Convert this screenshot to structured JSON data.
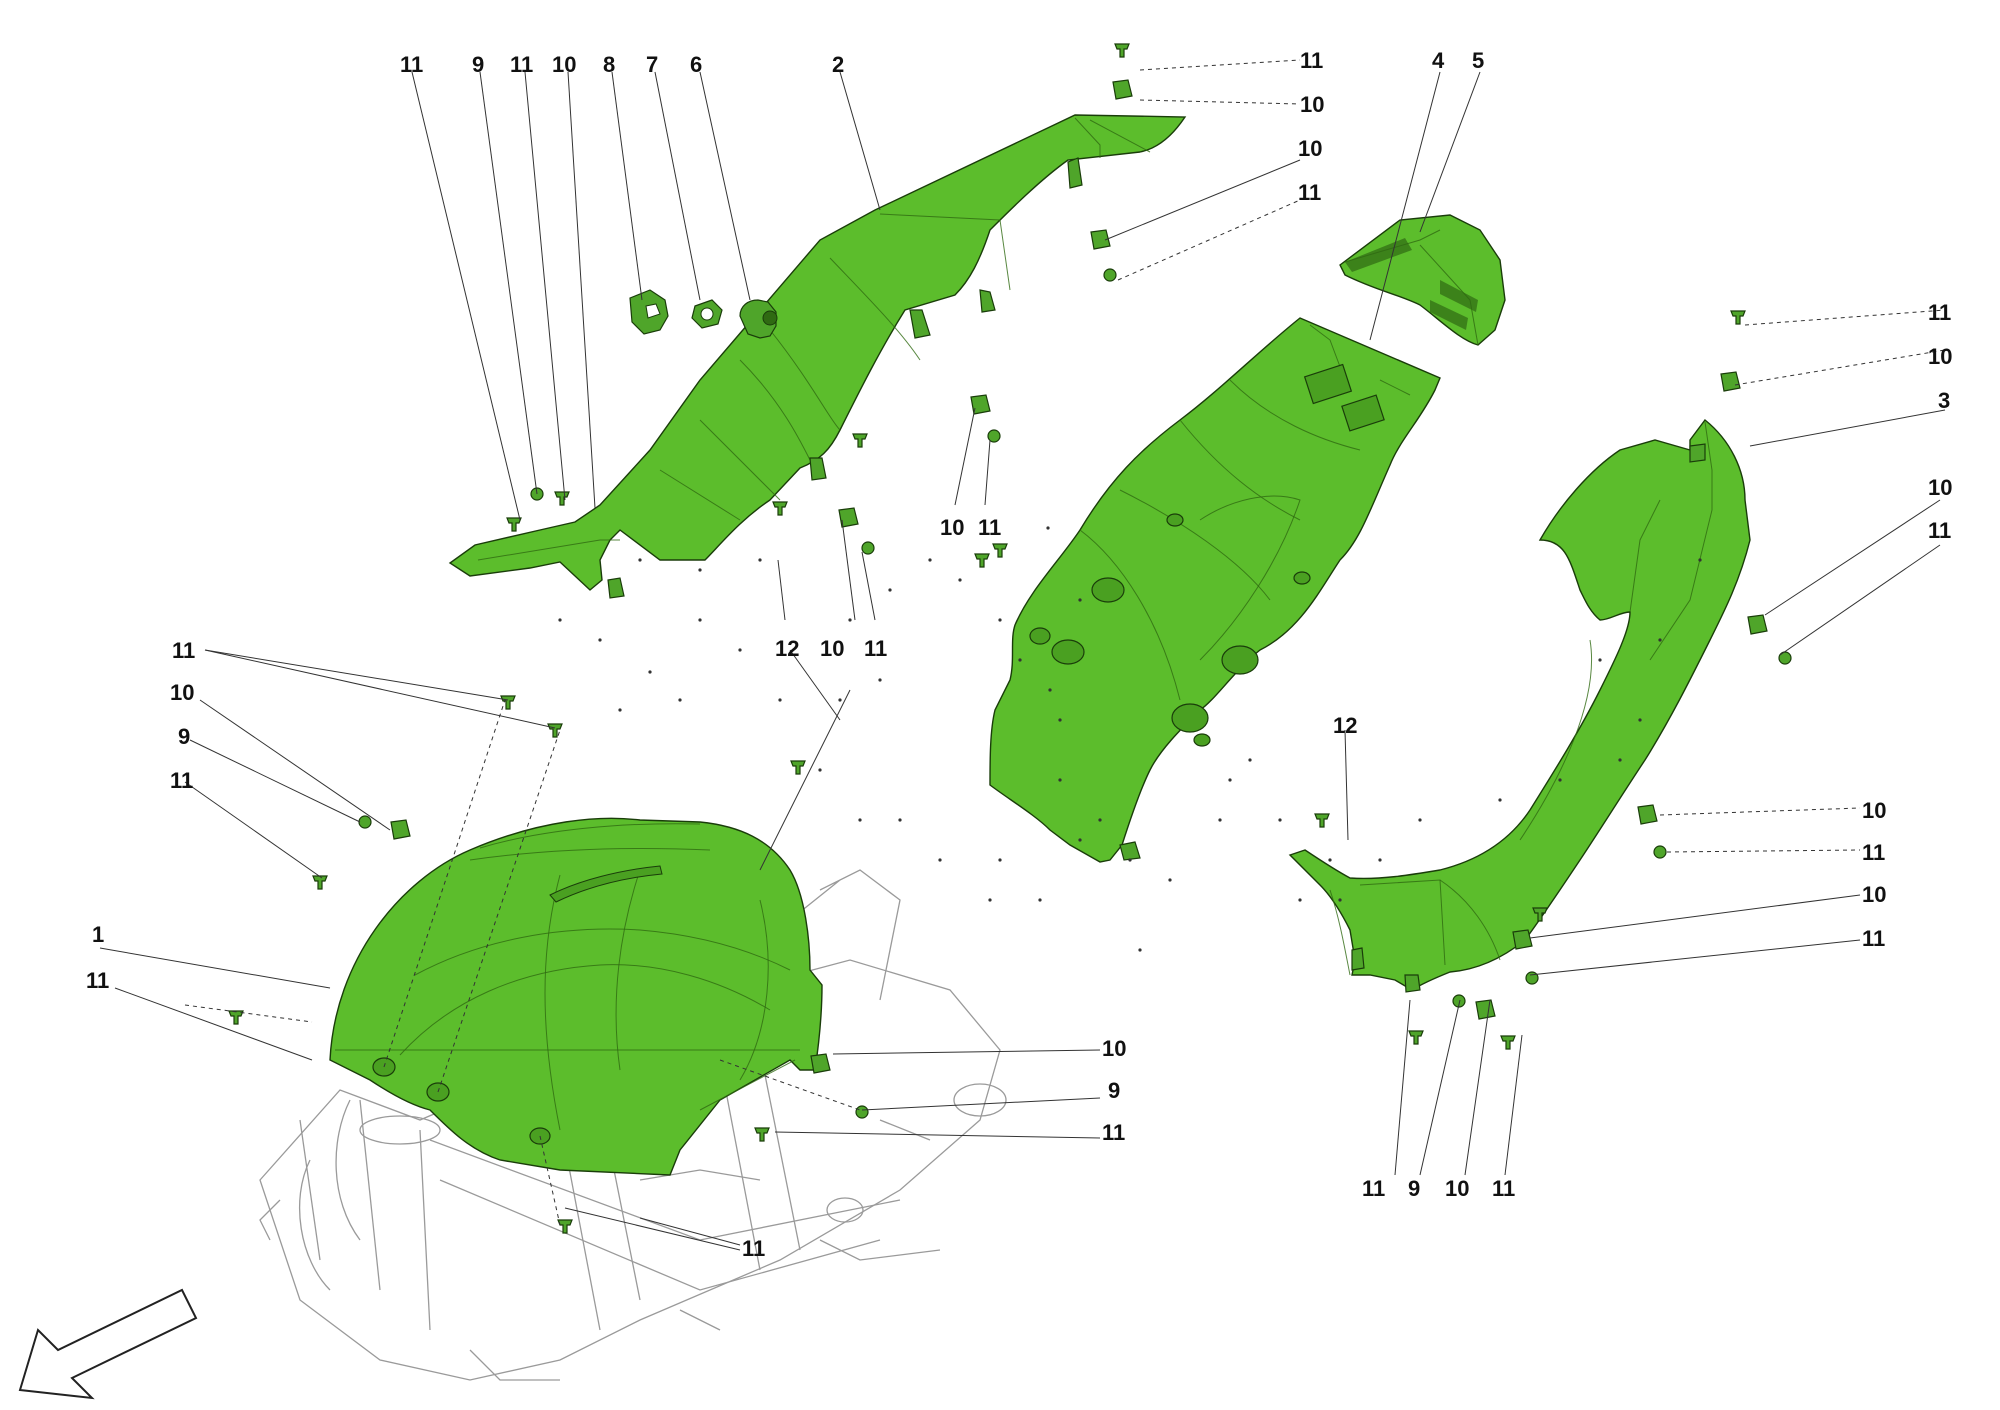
{
  "diagram": {
    "colors": {
      "part_fill": "#5cbd2c",
      "part_shade": "#4aa021",
      "outline": "#1a3d0a",
      "frame": "#9a9a9a",
      "label": "#111111"
    },
    "callouts": {
      "c1": "1",
      "c2": "2",
      "c3": "3",
      "c4": "4",
      "c5": "5",
      "c6": "6",
      "c7": "7",
      "c8": "8",
      "c9": "9",
      "c10": "10",
      "c11": "11",
      "c12": "12"
    },
    "icons": {
      "direction": "direction-arrow-icon"
    }
  }
}
